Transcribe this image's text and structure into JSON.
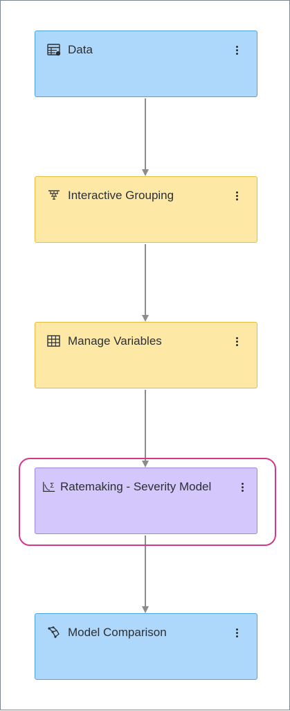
{
  "pipeline": {
    "nodes": [
      {
        "label": "Data",
        "icon": "data-table-icon",
        "color": "#aed8fb"
      },
      {
        "label": "Interactive Grouping",
        "icon": "funnel-grouping-icon",
        "color": "#fde9a5"
      },
      {
        "label": "Manage Variables",
        "icon": "grid-table-icon",
        "color": "#fde9a5"
      },
      {
        "label": "Ratemaking - Severity Model",
        "icon": "sigma-chart-icon",
        "color": "#d3c7fb",
        "highlighted": true
      },
      {
        "label": "Model Comparison",
        "icon": "model-comparison-icon",
        "color": "#aed8fb"
      }
    ],
    "highlight_color": "#d6368a",
    "connector_color": "#8c8c8c"
  }
}
